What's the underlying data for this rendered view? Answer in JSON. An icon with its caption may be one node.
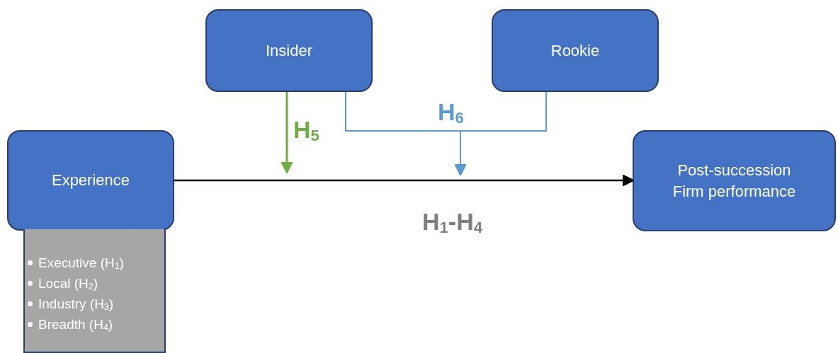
{
  "diagram": {
    "nodes": [
      {
        "text": [
          "Insider"
        ]
      },
      {
        "text": [
          "Rookie"
        ]
      },
      {
        "text": [
          "Experience"
        ]
      },
      {
        "text": [
          "Executive (H$_{1}$)",
          "Local (H$_{2}$)",
          "Industry (H$_{3}$)",
          "Breadth (H$_{4}$)"
        ]
      },
      {
        "text": [
          "Post-succession Firm performance"
        ]
      }
    ],
    "edges": [
      {
        "from": 2,
        "to": 4,
        "arrow": "to",
        "label": "H$_{1}$-H$_{4}$",
        "color": "#000000"
      },
      {
        "from": 0,
        "to": null,
        "arrow": "to",
        "label": "H$_{5}$",
        "color": "#70ad47"
      },
      {
        "from": 0,
        "to": null,
        "arrow": "to",
        "label": "H$_{6}$",
        "color": "#5b9bd5"
      },
      {
        "from": 1,
        "to": null,
        "arrow": "to",
        "color": "#5b9bd5"
      }
    ]
  }
}
